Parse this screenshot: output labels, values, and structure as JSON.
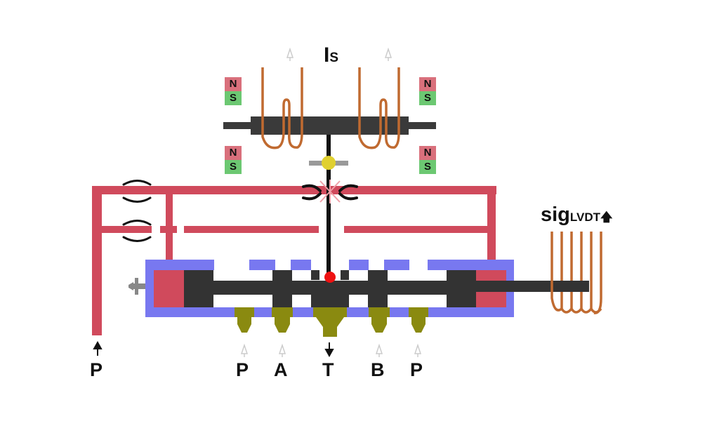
{
  "labels": {
    "solenoid": "I",
    "solenoid_sub": "S",
    "sensor": "sig",
    "sensor_sub": "LVDT",
    "supply_left": "P"
  },
  "ports": [
    {
      "label": "P",
      "flow": "in"
    },
    {
      "label": "A",
      "flow": "in"
    },
    {
      "label": "T",
      "flow": "out"
    },
    {
      "label": "B",
      "flow": "in"
    },
    {
      "label": "P",
      "flow": "in"
    }
  ],
  "magnets": {
    "north": "N",
    "south": "S"
  },
  "colors": {
    "hydraulic_line": "#d04a5c",
    "valve_body": "#7878f0",
    "spool": "#333333",
    "coil": "#c06a30",
    "port_block": "#8a8a10",
    "magnet_north": "#d9707c",
    "magnet_south": "#6cc872",
    "jet_pivot": "#e0d030",
    "nozzle_ball": "#ee1111"
  }
}
